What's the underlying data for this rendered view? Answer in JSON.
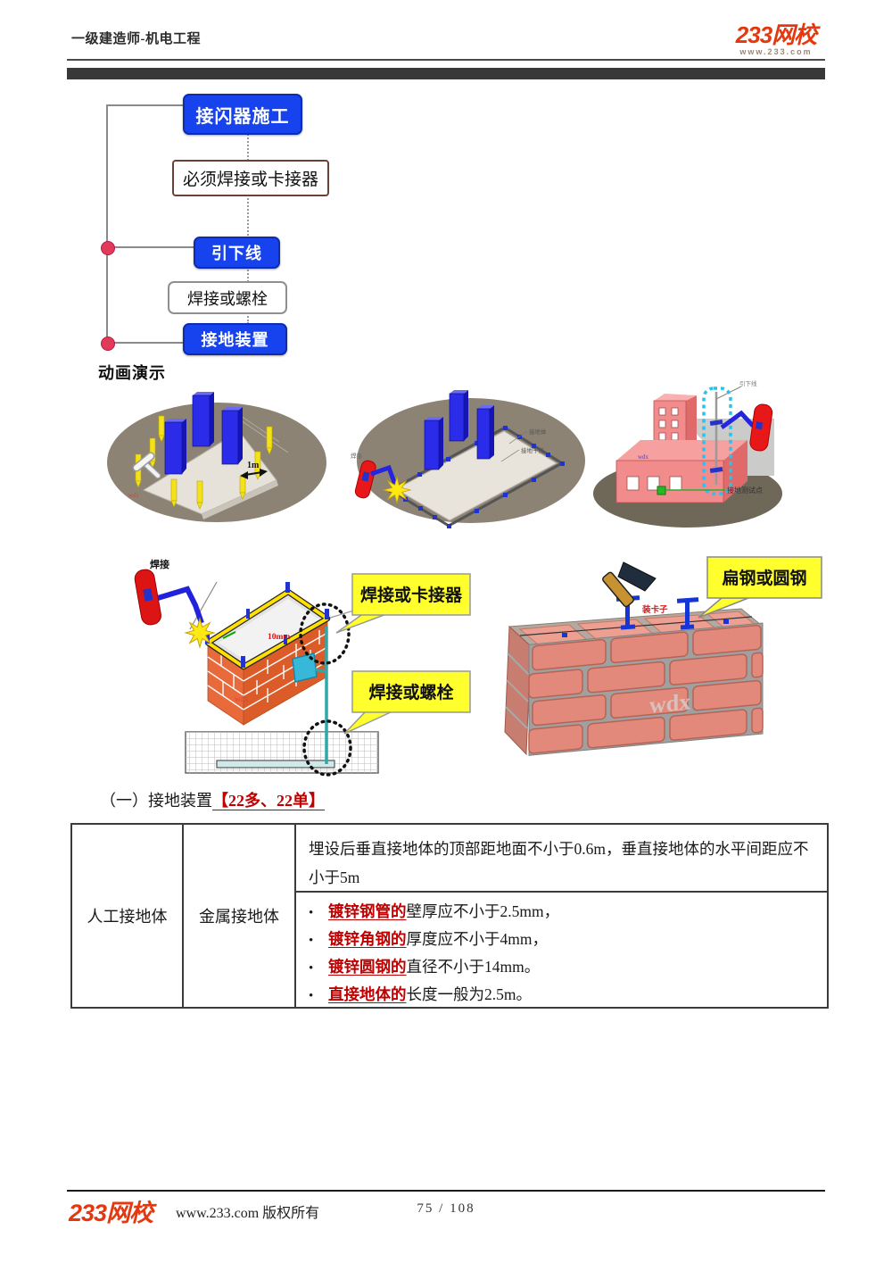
{
  "header": {
    "doc_title": "一级建造师-机电工程",
    "logo_text": "233网校",
    "logo_url_text": "www.233.com"
  },
  "flowchart": {
    "node_lightning": "接闪器施工",
    "note_weld_clamp": "必须焊接或卡接器",
    "node_down_lead": "引下线",
    "note_weld_bolt": "焊接或螺栓",
    "node_grounding": "接地装置"
  },
  "animation_caption": "动画演示",
  "illustrations": {
    "dim_1m": "1m",
    "weld_label": "焊接",
    "ground_body_label": "接地体",
    "ground_trunk_label": "接地干线",
    "down_lead_label": "引下线",
    "test_point_label": "接地测试点",
    "roof_dim": "10mm",
    "callout_weld_clamp": "焊接或卡接器",
    "callout_weld_bolt": "焊接或螺栓",
    "callout_flat_round_steel": "扁钢或圆钢",
    "clip_label": "装卡子",
    "watermark": "wdx"
  },
  "section": {
    "prefix": "（一）接地装置",
    "exam_tag": "【22多、22单】"
  },
  "table": {
    "row_header": "人工接地体",
    "sub_header": "金属接地体",
    "requirement_general": "埋设后垂直接地体的顶部距地面不小于0.6m，垂直接地体的水平间距应不小于5m",
    "bullet_glyph": "•",
    "bullets": [
      {
        "em": "镀锌钢管的",
        "rest": "壁厚应不小于2.5mm，"
      },
      {
        "em": "镀锌角钢的",
        "rest": "厚度应不小于4mm，"
      },
      {
        "em": "镀锌圆钢的",
        "rest": "直径不小于14mm。"
      },
      {
        "em": "直接地体的",
        "rest": "长度一般为2.5m。"
      }
    ]
  },
  "footer": {
    "logo_text": "233网校",
    "copyright": "www.233.com 版权所有",
    "page_info": "75 / 108"
  }
}
